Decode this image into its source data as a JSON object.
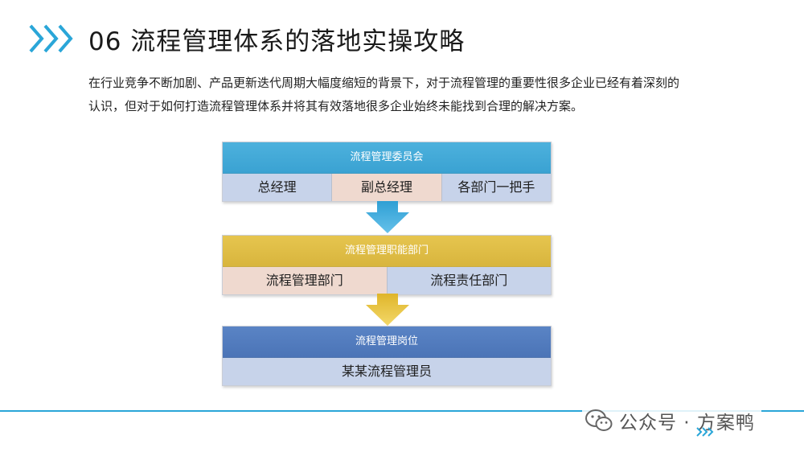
{
  "header": {
    "title": "06 流程管理体系的落地实操攻略"
  },
  "intro": {
    "line1": "在行业竞争不断加剧、产品更新迭代周期大幅度缩短的背景下，对于流程管理的重要性很多企业已经有着深刻的",
    "line2": "认识，但对于如何打造流程管理体系并将其有效落地很多企业始终未能找到合理的解决方案。"
  },
  "diagram": {
    "level1": {
      "title": "流程管理委员会",
      "items": [
        "总经理",
        "副总经理",
        "各部门一把手"
      ],
      "bar_color": "#3fa7d6",
      "cell_colors": [
        "#c7d3ea",
        "#efd9cf",
        "#c7d3ea"
      ]
    },
    "level2": {
      "title": "流程管理职能部门",
      "items": [
        "流程管理部门",
        "流程责任部门"
      ],
      "bar_color": "#dcb943",
      "cell_colors": [
        "#efd9cf",
        "#c7d3ea"
      ]
    },
    "level3": {
      "title": "流程管理岗位",
      "items": [
        "某某流程管理员"
      ],
      "bar_color": "#4f78ba",
      "cell_colors": [
        "#c7d3ea"
      ]
    },
    "arrow1_color": "#3fa9dd",
    "arrow2_color": "#e5c23c"
  },
  "watermark": {
    "text": "公众号 · 方案鸭",
    "icon": "wechat-icon"
  },
  "accent_color": "#2aa6d8"
}
